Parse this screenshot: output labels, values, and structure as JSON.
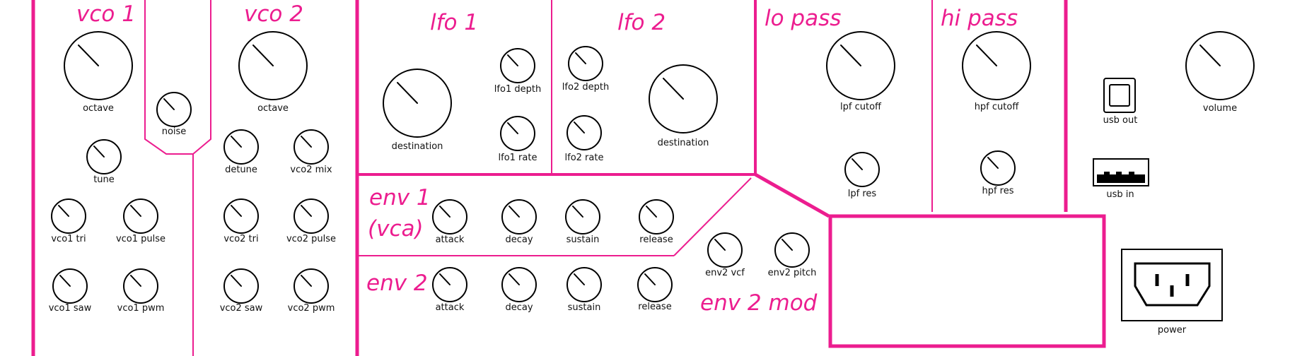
{
  "panel": {
    "accent_color": "#ec1d8f",
    "sections": {
      "vco1": "vco 1",
      "vco2": "vco 2",
      "lfo1": "lfo 1",
      "lfo2": "lfo 2",
      "lopass": "lo pass",
      "hipass": "hi pass",
      "env1": "env 1",
      "env1_sub": "(vca)",
      "env2": "env 2",
      "env2mod": "env 2 mod"
    },
    "knobs": {
      "vco1_octave": "octave",
      "noise": "noise",
      "tune": "tune",
      "vco1_tri": "vco1 tri",
      "vco1_pulse": "vco1 pulse",
      "vco1_saw": "vco1 saw",
      "vco1_pwm": "vco1 pwm",
      "vco2_octave": "octave",
      "detune": "detune",
      "vco2_mix": "vco2 mix",
      "vco2_tri": "vco2 tri",
      "vco2_pulse": "vco2 pulse",
      "vco2_saw": "vco2 saw",
      "vco2_pwm": "vco2 pwm",
      "lfo1_destination": "destination",
      "lfo1_depth": "lfo1 depth",
      "lfo1_rate": "lfo1 rate",
      "lfo2_depth": "lfo2 depth",
      "lfo2_rate": "lfo2 rate",
      "lfo2_destination": "destination",
      "lpf_cutoff": "lpf cutoff",
      "lpf_res": "lpf res",
      "hpf_cutoff": "hpf cutoff",
      "hpf_res": "hpf res",
      "volume": "volume",
      "env1_attack": "attack",
      "env1_decay": "decay",
      "env1_sustain": "sustain",
      "env1_release": "release",
      "env2_attack": "attack",
      "env2_decay": "decay",
      "env2_sustain": "sustain",
      "env2_release": "release",
      "env2_vcf": "env2 vcf",
      "env2_pitch": "env2 pitch"
    },
    "ports": {
      "usb_out": "usb out",
      "usb_in": "usb in",
      "power": "power"
    }
  }
}
